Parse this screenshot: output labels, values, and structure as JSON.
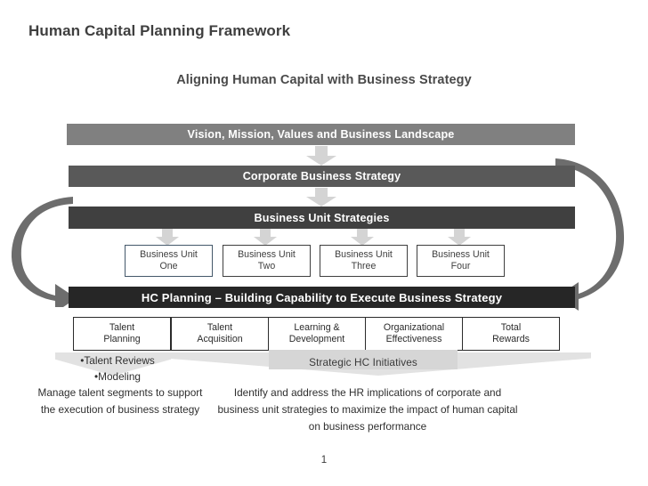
{
  "slide": {
    "title": "Human Capital Planning Framework",
    "subtitle": "Aligning Human Capital with Business Strategy",
    "page_number": "1"
  },
  "bars": [
    {
      "id": "vision",
      "label": "Vision, Mission, Values and Business Landscape",
      "color": "#808080"
    },
    {
      "id": "corporate",
      "label": "Corporate Business Strategy",
      "color": "#595959"
    },
    {
      "id": "business",
      "label": "Business Unit Strategies",
      "color": "#404040"
    },
    {
      "id": "hc",
      "label": "HC Planning – Building Capability to Execute Business Strategy",
      "color": "#262626"
    }
  ],
  "business_units": [
    {
      "line1": "Business Unit",
      "line2": "One"
    },
    {
      "line1": "Business Unit",
      "line2": "Two"
    },
    {
      "line1": "Business Unit",
      "line2": "Three"
    },
    {
      "line1": "Business Unit",
      "line2": "Four"
    }
  ],
  "hc_functions": [
    {
      "line1": "Talent",
      "line2": "Planning"
    },
    {
      "line1": "Talent",
      "line2": "Acquisition"
    },
    {
      "line1": "Learning &",
      "line2": "Development"
    },
    {
      "line1": "Organizational",
      "line2": "Effectiveness"
    },
    {
      "line1": "Total",
      "line2": "Rewards"
    }
  ],
  "initiatives_band": {
    "label": "Strategic HC Initiatives",
    "band_color": "#e2e2e2",
    "plate_color": "#d6d6d6"
  },
  "bullets": [
    "•Talent Reviews",
    "•Modeling"
  ],
  "descriptions": {
    "left": "Manage talent segments to support the execution of business strategy",
    "right": "Identify and address the HR implications of corporate and business unit strategies to maximize the impact of human capital on business performance"
  },
  "loop_arrows": {
    "left_color": "#6d6d6d",
    "right_color": "#6d6d6d"
  },
  "arrow_color": "#d4d4d4"
}
